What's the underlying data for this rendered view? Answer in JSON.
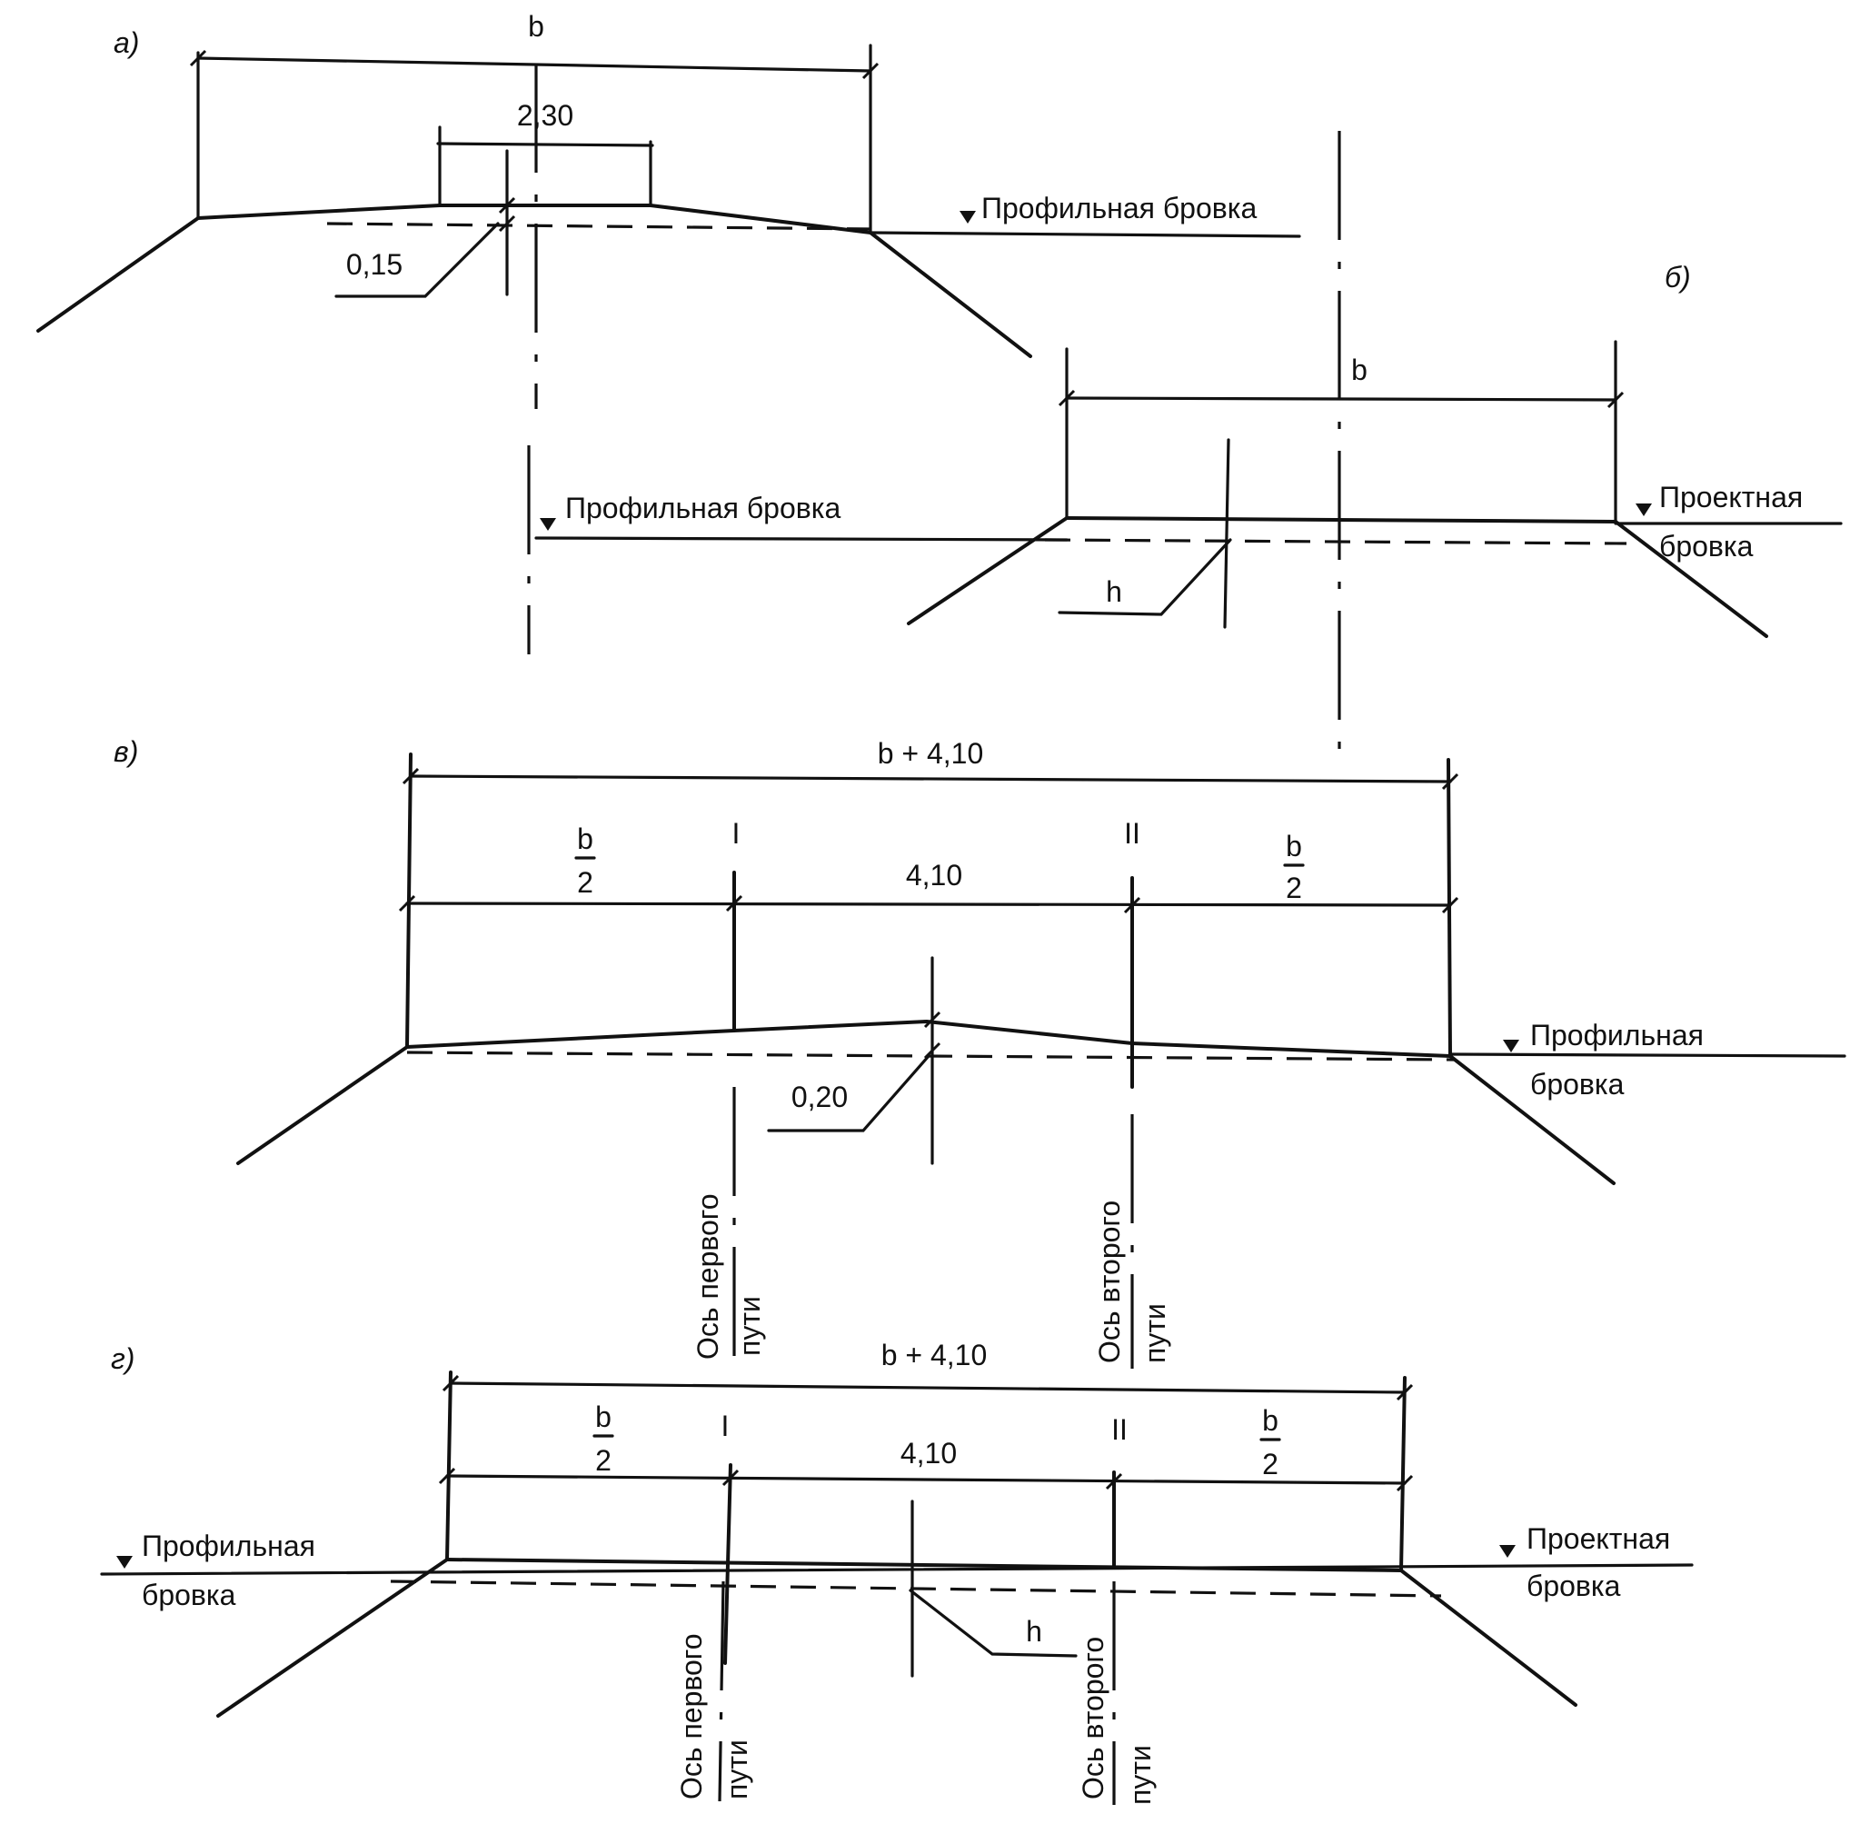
{
  "labels": {
    "a": "а)",
    "b": "б)",
    "v": "в)",
    "g": "г)"
  },
  "dims": {
    "b": "b",
    "b_plus": "b + 4,10",
    "d230": "2,30",
    "d015": "0,15",
    "d410": "4,10",
    "d020": "0,20",
    "h": "h",
    "b_num": "b",
    "b_den": "2",
    "roman1": "I",
    "roman2": "II"
  },
  "texts": {
    "profile_edge": "Профильная бровка",
    "profile_word": "Профильная",
    "edge_word": "бровка",
    "design_word": "Проектная",
    "axis_first": "Ось первого",
    "axis_second": "Ось второго",
    "track_word": "пути"
  }
}
